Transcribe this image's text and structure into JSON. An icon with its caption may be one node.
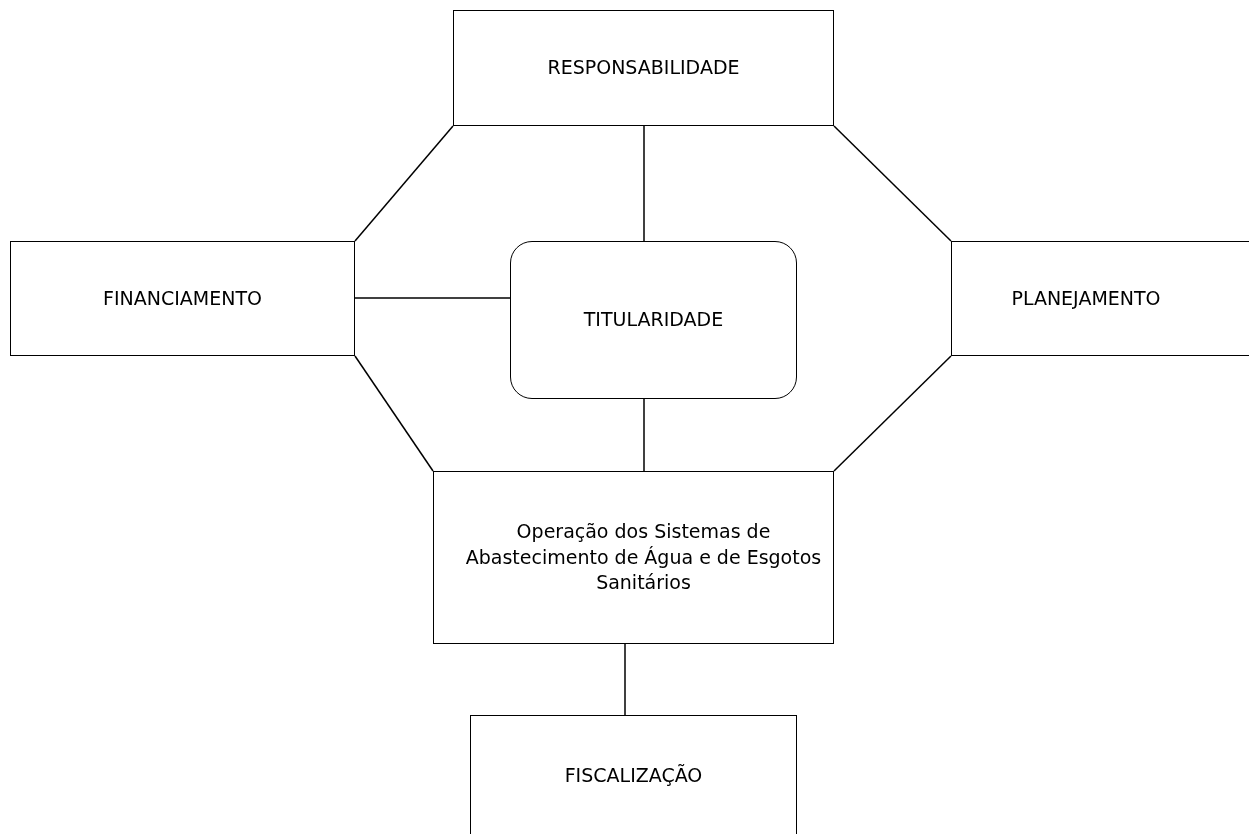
{
  "diagram": {
    "nodes": [
      {
        "text": [
          "RESPONSABILIDADE"
        ]
      },
      {
        "text": [
          "FINANCIAMENTO"
        ]
      },
      {
        "text": [
          "TITULARIDADE"
        ]
      },
      {
        "text": [
          "PLANEJAMENTO"
        ]
      },
      {
        "text": [
          "Operação dos Sistemas de Abastecimento de Água e de Esgotos Sanitários"
        ]
      },
      {
        "text": [
          "FISCALIZAÇÃO"
        ]
      }
    ],
    "edges": [
      {
        "from": 0,
        "to": 2,
        "arrow": "none"
      },
      {
        "from": 1,
        "to": 2,
        "arrow": "none"
      },
      {
        "from": 2,
        "to": 4,
        "arrow": "none"
      },
      {
        "from": 4,
        "to": 5,
        "arrow": "none"
      },
      {
        "from": 0,
        "to": 1,
        "arrow": "none"
      },
      {
        "from": 0,
        "to": 3,
        "arrow": "none"
      },
      {
        "from": 1,
        "to": 4,
        "arrow": "none"
      },
      {
        "from": 3,
        "to": 4,
        "arrow": "none"
      }
    ]
  }
}
